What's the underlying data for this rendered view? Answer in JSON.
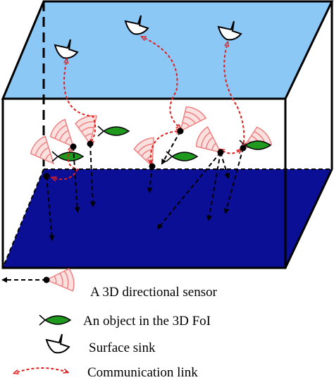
{
  "colors": {
    "water_surface": "#8cc8f5",
    "seabed": "#0a0f96",
    "link": "#e02020",
    "sensor_wedge": "#f08080",
    "object_fill": "#1f9a1f",
    "frame": "#000000"
  },
  "legend": {
    "sensor_label": "A 3D directional sensor",
    "object_label": "An object in the 3D FoI",
    "sink_label": "Surface sink",
    "link_label": "Communication link"
  },
  "icons": {
    "sensor": "directional-sensor-icon",
    "object": "fish-object-icon",
    "sink": "surface-sink-icon",
    "link": "communication-link-icon"
  }
}
